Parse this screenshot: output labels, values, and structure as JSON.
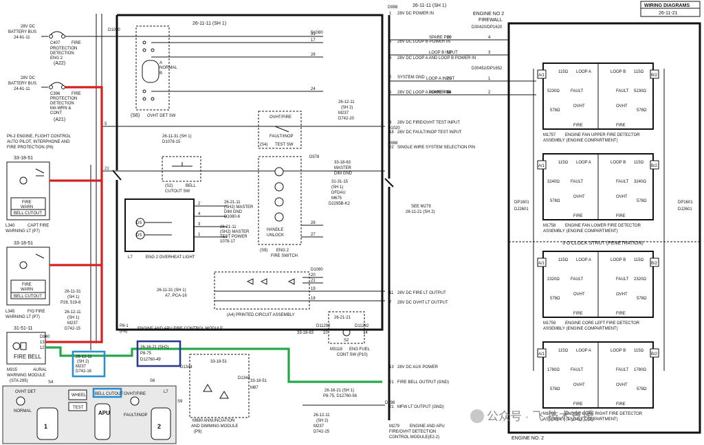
{
  "title_box": {
    "heading": "WIRING DIAGRAMS",
    "ref": "26-11-21"
  },
  "engine_header": {
    "title": "ENGINE NO 2",
    "subtitle": "FIREWALL",
    "connector": "D30420/DP1620",
    "connector2": "D30452/DP1652"
  },
  "battery_buses": [
    {
      "volts": "28V DC",
      "name": "BATTERY BUS",
      "ref": "24-61-11",
      "breaker": "C407",
      "desc": [
        "FIRE",
        "PROTECTION",
        "DETECTION",
        "ENG 2"
      ],
      "loc": "(A22)"
    },
    {
      "volts": "28V DC",
      "name": "BATTERY BUS",
      "ref": "24-61-11",
      "breaker": "C396",
      "desc": [
        "FIRE",
        "PROTECTION",
        "DETECTION",
        "MA WRN &",
        "CONT"
      ],
      "loc": "(A21)"
    }
  ],
  "p6": {
    "lines": [
      "P6-2      ENGINE, FLIGHT CONTROL",
      "AUTO PILOT, INTERPHONE AND",
      "FIRE PROTECTION (P6)"
    ]
  },
  "capt_light": {
    "ref": "33-18-51",
    "fire": "FIRE",
    "warn": "WARN",
    "cutout": "BELL CUTOUT",
    "id": "L340",
    "label": "CAPT FIRE",
    "label2": "WARNING LT (P7)"
  },
  "fo_light": {
    "ref": "33-18-51",
    "fire": "FIRE",
    "warn": "WARN",
    "cutout": "BELL CUTOUT",
    "id": "L345",
    "label": "F/O FIRE",
    "label2": "WARNING LT (P7)"
  },
  "ref_block": {
    "a": "26-11-31",
    "a2": "(SH 1)",
    "a3": "P28, 519-8",
    "b": "26-12-11",
    "b2": "(SH 1)",
    "b3": "M237",
    "b4": "D742-15"
  },
  "fire_bell": {
    "ref": "31-51-11",
    "label": "FIRE BELL",
    "plug": "D940",
    "pin1": "13",
    "pin2": "12",
    "id": "M315",
    "desc": "AURAL",
    "desc2": "WARNING MODULE",
    "loc": "(STA 295)"
  },
  "blue_ref": {
    "a": "26-12-11",
    "b": "(SH 2)",
    "c": "M237",
    "d": "D742-16"
  },
  "navy_ref": {
    "a": "26-16-21 (SH2)",
    "b": "P8-75",
    "c": "D12760-49"
  },
  "ovht_switch": {
    "ref": "26-11-11 (SH 1)",
    "plug": "D1080",
    "id": "(S6)",
    "label": "OVHT DET SW",
    "pos": [
      "A",
      "NORMAL",
      "B"
    ]
  },
  "pins_top": [
    "31",
    "17",
    "28",
    "24",
    "5",
    "21"
  ],
  "cutout_sw": {
    "ref": "26-11-31 (SH 1)",
    "ref2": "D1078-15",
    "id": "(S2)",
    "label": "BELL",
    "label2": "CUTOUT SW"
  },
  "overheat_light": {
    "id": "L7",
    "label": "ENG 2 OVERHEAT LIGHT",
    "r1": "26-21-11",
    "r1b": "(SH2) MASTER",
    "r1c": "DIM GND",
    "r1d": "D1080-6",
    "r2": "26-21-11",
    "r2b": "(SH2) MASTER",
    "r2c": "TEST POWER",
    "r2d": "1078-17",
    "pins": [
      "2",
      "4",
      "3",
      "1"
    ]
  },
  "ovht_fire": {
    "label": "OVHT/FIRE",
    "label2": "FAULT/INOP",
    "id": "(S4)",
    "sw": "TEST SW"
  },
  "fire_switch": {
    "id": "(S9)",
    "label": "ENG 2",
    "label2": "FIRE SWITCH",
    "handle": "HANDLE",
    "unlock": "UNLOCK",
    "plug": "D578",
    "pins": [
      "28",
      "27"
    ]
  },
  "right_refs": {
    "a": "26-12-11",
    "a2": "(SH 2)",
    "a3": "M237",
    "a4": "D742-20",
    "b": "33-18-63",
    "b2": "MASTER",
    "b3": "DIM GND",
    "c": "31-31-15",
    "c2": "(SH 1)",
    "c3": "DFDAU",
    "c4": "M675",
    "c5": "D2295B-K2"
  },
  "circuit_assy": {
    "ref": "26-11-31 (SH 1)",
    "ref2": "A7, PCA-16",
    "id": "(A4) PRINTED CIRCUIT ASSEMBLY",
    "plug": "D1080",
    "pins": [
      "20",
      "21",
      "19",
      "18"
    ]
  },
  "module_label": {
    "id": "P8-1",
    "id2": "(P8)",
    "text": "ENGINE AND APU FIRE CONTROL MODULE"
  },
  "outputs_top": [
    {
      "pin": "1",
      "label": "28V DC POWER IN"
    },
    {
      "pin": "6",
      "label": "28V DC LOOP B POWER IN"
    },
    {
      "pin": "8",
      "label": "28V DC LOOP A AND LOOP B POWER IN"
    },
    {
      "pin": "2",
      "label": "SYSTEM GND"
    },
    {
      "pin": "5",
      "label": "28V DC LOOP A POWER IN"
    },
    {
      "pin": "4",
      "label": "28V DC FIRE/OVHT TEST INPUT"
    },
    {
      "pin": "18",
      "label": "28V DC FAULT/INOP TEST INPUT"
    },
    {
      "pin": "22",
      "label": "SINGLE WIRE SYSTEM SELECTION PIN"
    }
  ],
  "conn_top": {
    "plug": "D998",
    "ref": "26-11-11 (SH 1)"
  },
  "plug_d1020": "D1020",
  "plug_d998b": "D998",
  "see_m279": {
    "a": "SEE M279",
    "b": "26-11-21 (SH 2)"
  },
  "outputs_bottom": [
    {
      "pin": "11",
      "label": "28V DC FIRE LT OUTPUT"
    },
    {
      "pin": "7",
      "label": "28V DC OVHT LT OUTPUT"
    },
    {
      "pin": "13",
      "label": "28V DC AUX POWER"
    },
    {
      "pin": "21",
      "label": "FIRE BELL OUTPUT (GND)"
    },
    {
      "pin": "21",
      "label": "MFW LT OUTPUT (GND)"
    }
  ],
  "m279": {
    "id": "M279",
    "text": "ENGINE AND APU",
    "text2": "FIRE/OVHT DETECTION",
    "text3": "CONTROL MODULE(E2-2)"
  },
  "fuel_cont": {
    "ref": "26-21-21",
    "p1": "D11292",
    "p2": "D11292",
    "pins": [
      "10",
      "14"
    ],
    "id": "M3118",
    "label": "ENG FUEL",
    "label2": "CONT SW (P10)",
    "ref2": "33-18-63",
    "s2": "S2"
  },
  "annun": {
    "plug": "D1344",
    "ref": "33-18-51",
    "plug2": "D1344",
    "ref2": "33-18-51",
    "id": "M880",
    "label": "ANNUNCIATION",
    "label2": "AND DIMMING MODULE",
    "loc": "(P9)",
    "m": "M87"
  },
  "lower_refs": {
    "a": "26-16-21 (SH 1)",
    "a2": "P8-75, D12760-56",
    "b": "26-12-11",
    "b2": "(SH 2)",
    "b3": "M237",
    "b4": "D742-25",
    "plug": "D998"
  },
  "spare_pins": [
    {
      "pin": "10",
      "label": "SPARE PIN",
      "out": "4"
    },
    {
      "pin": "12",
      "label": "LOOP B INPUT",
      "out": "3"
    },
    {
      "pin": "25",
      "label": "LOOP A INPUT",
      "out": "1"
    },
    {
      "pin": "24",
      "label": "SPARE PIN",
      "out": "2"
    }
  ],
  "detectors": [
    {
      "loopA": "LOOP A",
      "loopB": "LOOP B",
      "r1": "115Ω",
      "r2": "5230Ω",
      "r3": "578Ω",
      "fault": "FAULT",
      "ovht": "OVHT",
      "fire": "FIRE",
      "id": "M1757",
      "desc": "ENGINE FAN UPPER FIRE DETECTOR",
      "desc2": "ASSEMBLY (ENGINE COMPARTMENT)",
      "a1": "A/1",
      "b2": "B/2"
    },
    {
      "loopA": "LOOP A",
      "loopB": "LOOP B",
      "r1": "115Ω",
      "r2": "3240Ω",
      "r3": "578Ω",
      "fault": "FAULT",
      "ovht": "OVHT",
      "fire": "FIRE",
      "id": "M1758",
      "desc": "ENGINE FAN LOWER FIRE DETECTOR",
      "desc2": "ASSEMBLY (ENGINE COMPARTMENT)",
      "a1": "A/1",
      "b2": "B/2"
    },
    {
      "loopA": "LOOP A",
      "loopB": "LOOP B",
      "r1": "115Ω",
      "r2": "2320Ω",
      "r3": "578Ω",
      "fault": "FAULT",
      "ovht": "OVHT",
      "fire": "FIRE",
      "id": "M1759",
      "desc": "ENGINE CORE LEFT FIRE DETECTOR",
      "desc2": "ASSEMBLY (ENGINE COMPARTMENT)",
      "a1": "A/1",
      "b2": "B/2"
    },
    {
      "loopA": "LOOP A",
      "loopB": "LOOP B",
      "r1": "115Ω",
      "r2": "1780Ω",
      "r3": "578Ω",
      "fault": "FAULT",
      "ovht": "OVHT",
      "fire": "FIRE",
      "id": "M1760",
      "desc": "ENGINE CORE RIGHT FIRE DETECTOR",
      "desc2": "ASSEMBLY (ENGINE COMPARTMENT)",
      "a1": "A/1",
      "b2": "B/2"
    }
  ],
  "strut": "3 O'CLOCK STRUT (PENETRATION)",
  "dp_left": {
    "a": "DP1601",
    "b": "DJ2601"
  },
  "dp_right": {
    "a": "DP1601",
    "b": "DJ2601"
  },
  "engine_footer": "ENGINE NO. 2",
  "panel": {
    "s4": "S4",
    "s6": "S6",
    "l7": "L7",
    "s9": "S9",
    "ovht_det": "OVHT DET",
    "bell_cutout": "BELL CUTOUT",
    "ovht_fire": "OVHT/FIRE",
    "normal": "NORMAL",
    "wheel": "WHEEL",
    "test": "TEST",
    "apu": "APU",
    "num1": "1",
    "num2": "2",
    "fault_inop": "FAULT/INOP"
  },
  "watermark": "公众号 · 飞 技术支援",
  "colors": {
    "red": "#d62020",
    "green": "#23a84a",
    "blue": "#2a8fd0",
    "navy": "#2a3b8f"
  }
}
